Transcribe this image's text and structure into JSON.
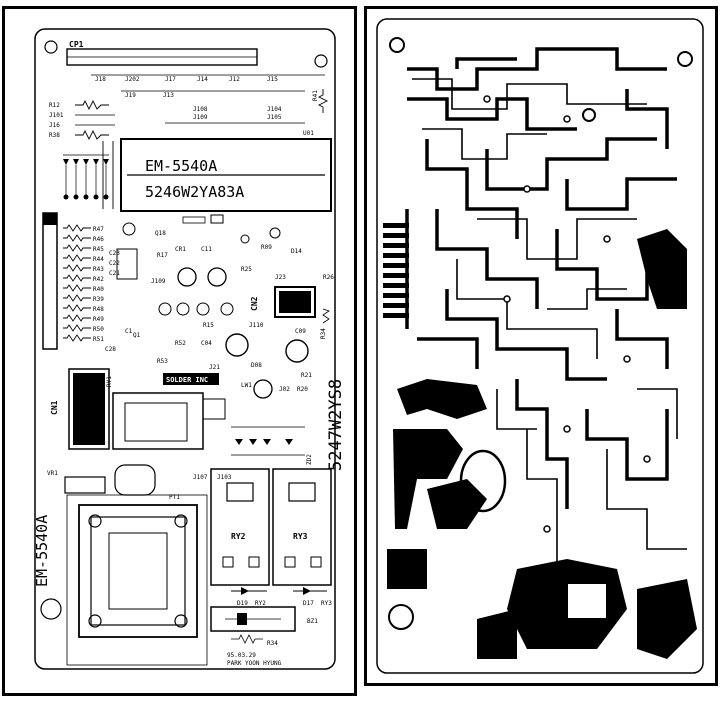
{
  "left_board": {
    "model_top": "EM-5540A",
    "part_number": "5246W2YA83A",
    "model_side": "EM-5540A",
    "pcb_code": "5247W2YS8",
    "soldering": "SOLDER INC",
    "footer_date": "95.03.29",
    "footer_name": "PARK YOON HYUNG",
    "labels": {
      "cp1": "CP1",
      "j18": "J18",
      "j202": "J202",
      "j17": "J17",
      "j14": "J14",
      "j12": "J12",
      "j15": "J15",
      "j19": "J19",
      "j13": "J13",
      "r12": "R12",
      "j101": "J101",
      "j16": "J16",
      "r38": "R38",
      "r41": "R41",
      "j108": "J108",
      "j109": "J109",
      "j104": "J104",
      "j105": "J105",
      "u01": "U01",
      "r47": "R47",
      "r46": "R46",
      "r45": "R45",
      "r44": "R44",
      "r43": "R43",
      "r42": "R42",
      "r40": "R40",
      "r39": "R39",
      "r48": "R48",
      "r49": "R49",
      "r50": "R50",
      "r51": "R51",
      "c23": "C23",
      "c22": "C22",
      "c21": "C21",
      "cx1": "C1",
      "c28": "C28",
      "q18": "Q18",
      "r17": "R17",
      "j109b": "J109",
      "cr1": "CR1",
      "c11": "C11",
      "r09": "R09",
      "d14": "D14",
      "r25": "R25",
      "r26": "R26",
      "j23": "J23",
      "cn2": "CN2",
      "r34": "R34",
      "q1": "Q1",
      "r52": "R52",
      "r53": "R53",
      "r15": "R15",
      "c04": "C04",
      "j110": "J110",
      "c09": "C09",
      "j21": "J21",
      "d08": "D08",
      "r21": "R21",
      "lw1": "LW1",
      "j02": "J02",
      "r20": "R20",
      "rv1": "RY1",
      "cn1": "CN1",
      "j103": "J103",
      "vr1": "VR1",
      "zd2": "ZD2",
      "j107": "J107",
      "pt1": "PT1",
      "ry2": "RY2",
      "ry3": "RY3",
      "d19": "D19",
      "ry2b": "RY2",
      "d17": "D17",
      "ry3b": "RY3",
      "bz1": "BZ1",
      "r34b": "R34"
    }
  }
}
